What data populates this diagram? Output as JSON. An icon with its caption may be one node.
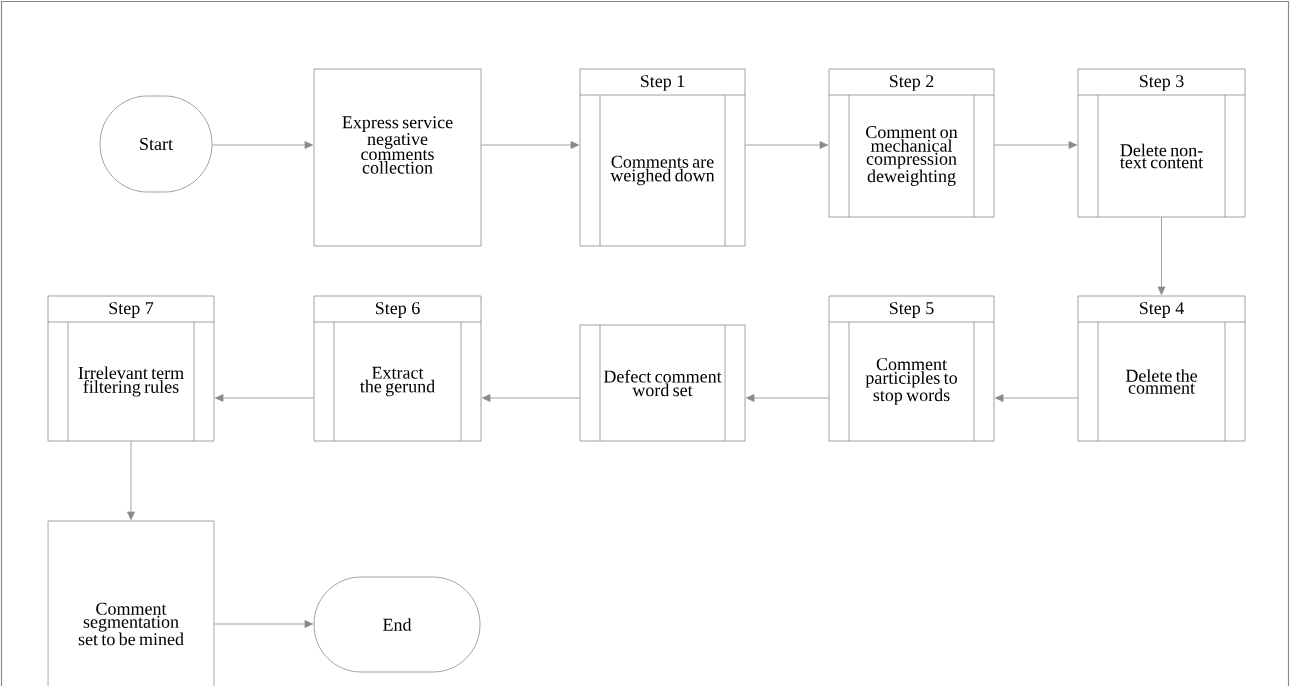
{
  "diagram": {
    "nodes": [
      {
        "text": [
          "Start"
        ]
      },
      {
        "text": [
          "Express service negative comments collection"
        ]
      },
      {
        "text": [
          "Step 1",
          "Comments are weighed down"
        ]
      },
      {
        "text": [
          "Step 2",
          "Comment on mechanical compression deweighting"
        ]
      },
      {
        "text": [
          "Step 3",
          "Delete non-text content"
        ]
      },
      {
        "text": [
          "Step 4",
          "Delete the comment"
        ]
      },
      {
        "text": [
          "Step 5",
          "Comment participles to stop words"
        ]
      },
      {
        "text": [
          "Defect comment word set"
        ]
      },
      {
        "text": [
          "Step 6",
          "Extract the gerund"
        ]
      },
      {
        "text": [
          "Step 7",
          "Irrelevant term filtering rules"
        ]
      },
      {
        "text": [
          "Comment segmentation set to be mined"
        ]
      },
      {
        "text": [
          "End"
        ]
      }
    ],
    "edges": [
      {
        "from": 0,
        "to": 1,
        "arrow": "to"
      },
      {
        "from": 1,
        "to": 2,
        "arrow": "to"
      },
      {
        "from": 2,
        "to": 3,
        "arrow": "to"
      },
      {
        "from": 3,
        "to": 4,
        "arrow": "to"
      },
      {
        "from": 4,
        "to": 5,
        "arrow": "to"
      },
      {
        "from": 5,
        "to": 6,
        "arrow": "to"
      },
      {
        "from": 6,
        "to": 7,
        "arrow": "to"
      },
      {
        "from": 7,
        "to": 8,
        "arrow": "to"
      },
      {
        "from": 8,
        "to": 9,
        "arrow": "to"
      },
      {
        "from": 9,
        "to": 10,
        "arrow": "to"
      },
      {
        "from": 10,
        "to": 11,
        "arrow": "to"
      }
    ]
  }
}
